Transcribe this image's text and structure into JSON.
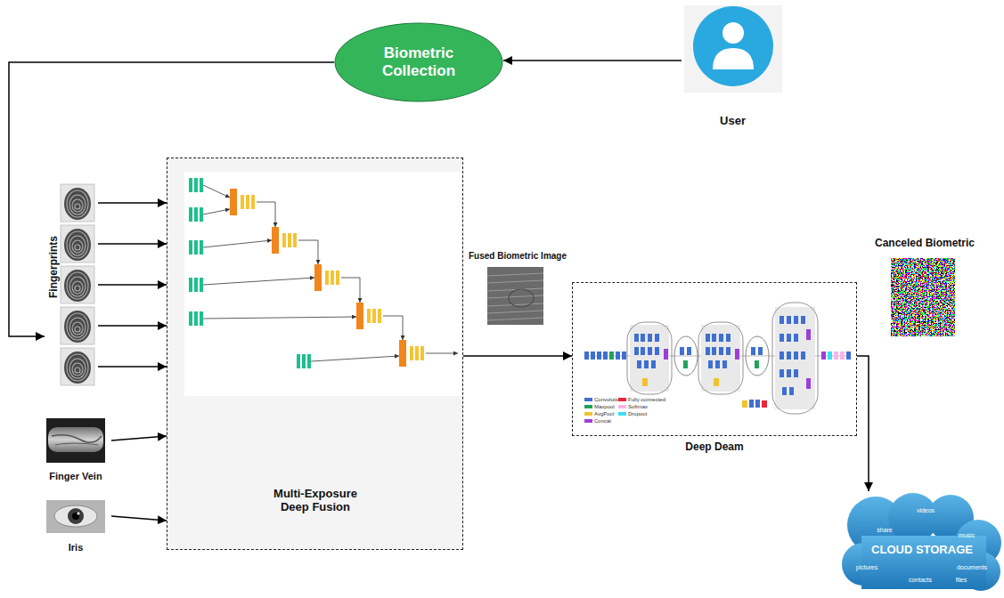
{
  "diagram": {
    "nodes": [
      {
        "text": [
          "Biometric Collection"
        ]
      },
      {
        "text": [
          "User"
        ]
      },
      {
        "text": [
          "Fingerprints"
        ]
      },
      {
        "text": [
          "Finger Vein"
        ]
      },
      {
        "text": [
          "Iris"
        ]
      },
      {
        "text": [
          "Multi-Exposure Deep Fusion"
        ]
      },
      {
        "text": [
          "Fused Biometric Image"
        ]
      },
      {
        "text": [
          "Deep Deam"
        ]
      },
      {
        "text": [
          "Canceled Biometric"
        ]
      },
      {
        "text": [
          "CLOUD STORAGE",
          "videos",
          "share",
          "music",
          "pictures",
          "documents",
          "contacts",
          "files"
        ]
      }
    ],
    "edges": [
      {
        "from": 1,
        "to": 0,
        "arrow": "to"
      },
      {
        "from": 0,
        "to": 2,
        "arrow": "to"
      },
      {
        "from": 2,
        "to": 5,
        "arrow": "to"
      },
      {
        "from": 2,
        "to": 5,
        "arrow": "to"
      },
      {
        "from": 2,
        "to": 5,
        "arrow": "to"
      },
      {
        "from": 2,
        "to": 5,
        "arrow": "to"
      },
      {
        "from": 2,
        "to": 5,
        "arrow": "to"
      },
      {
        "from": 3,
        "to": 5,
        "arrow": "to"
      },
      {
        "from": 4,
        "to": 5,
        "arrow": "to"
      },
      {
        "from": 5,
        "to": 7,
        "arrow": "to"
      },
      {
        "from": 7,
        "to": 9,
        "arrow": "to"
      }
    ],
    "legend": [
      {
        "text": "Convolution",
        "color": "#3f6fd1"
      },
      {
        "text": "Maxpool",
        "color": "#21a35b"
      },
      {
        "text": "AvgPool",
        "color": "#f2c12e"
      },
      {
        "text": "Concat",
        "color": "#9b3fd6"
      },
      {
        "text": "Fully connected",
        "color": "#e8283a"
      },
      {
        "text": "Softmax",
        "color": "#f7b5e6"
      },
      {
        "text": "Dropout",
        "color": "#39e0f0"
      }
    ]
  }
}
